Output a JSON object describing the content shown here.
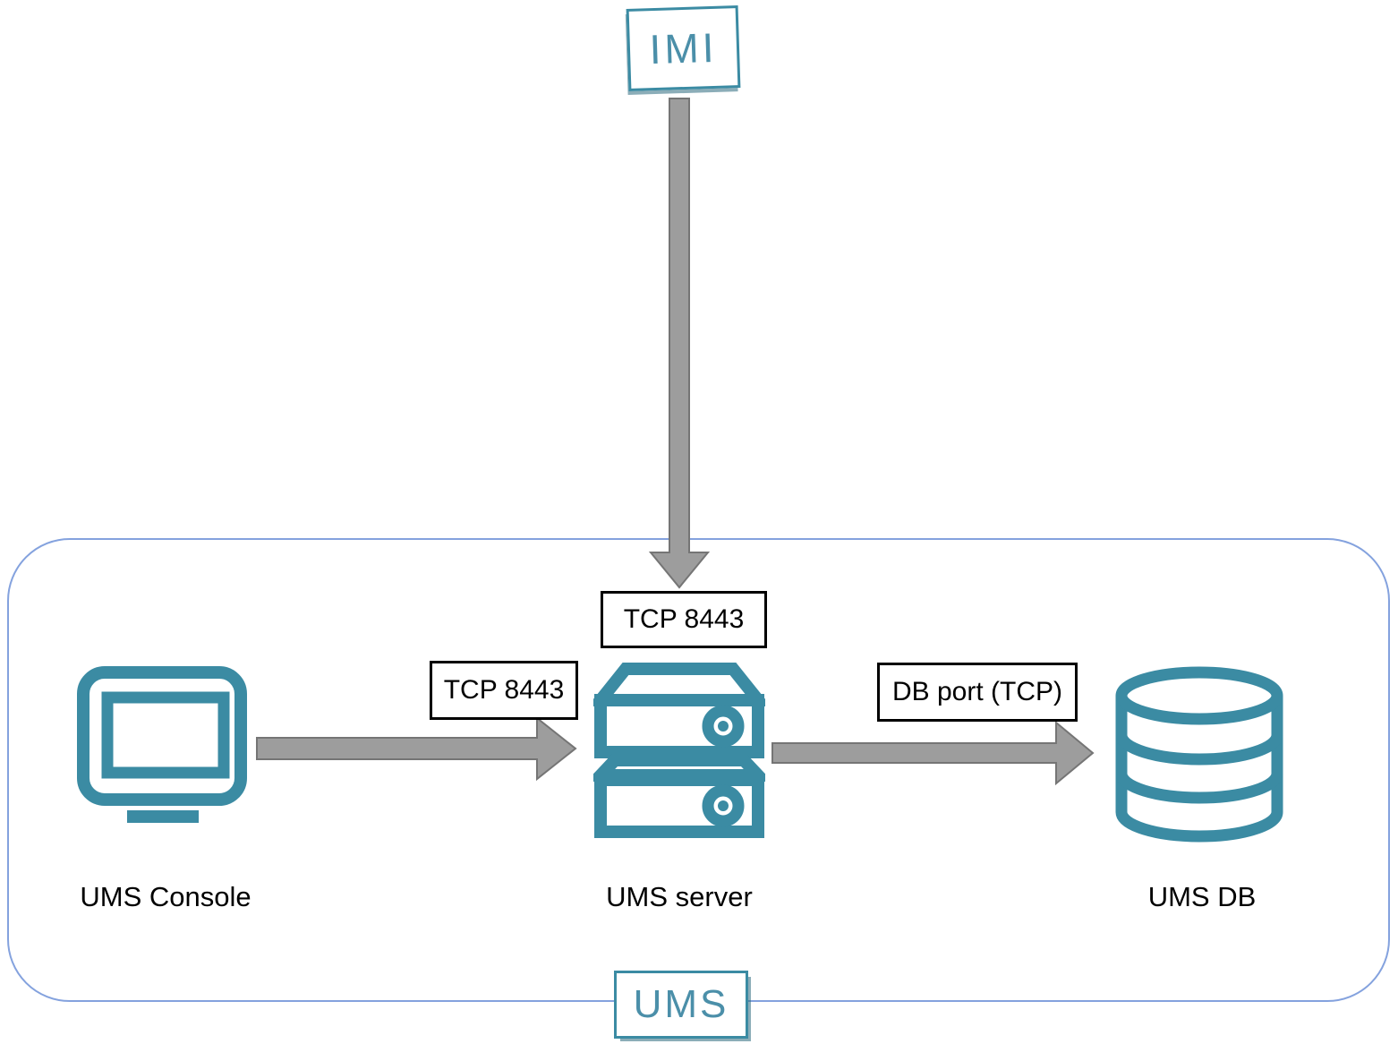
{
  "diagram": {
    "external_node": {
      "label": "IMI"
    },
    "boundary": {
      "label": "UMS"
    },
    "nodes": [
      {
        "id": "ums-console",
        "label": "UMS Console",
        "icon": "monitor-icon"
      },
      {
        "id": "ums-server",
        "label": "UMS server",
        "icon": "server-icon"
      },
      {
        "id": "ums-db",
        "label": "UMS DB",
        "icon": "database-icon"
      }
    ],
    "connections": [
      {
        "from": "IMI",
        "to": "UMS server",
        "label": "TCP 8443",
        "direction": "down"
      },
      {
        "from": "UMS Console",
        "to": "UMS server",
        "label": "TCP 8443",
        "direction": "right"
      },
      {
        "from": "UMS server",
        "to": "UMS DB",
        "label": "DB port (TCP)",
        "direction": "right"
      }
    ],
    "colors": {
      "teal": "#3b8ba3",
      "teal_text": "#4b8fa9",
      "boundary_border": "#84a2de",
      "arrow_fill": "#9d9d9d",
      "arrow_outline": "#757575",
      "label_border": "#000000"
    }
  }
}
